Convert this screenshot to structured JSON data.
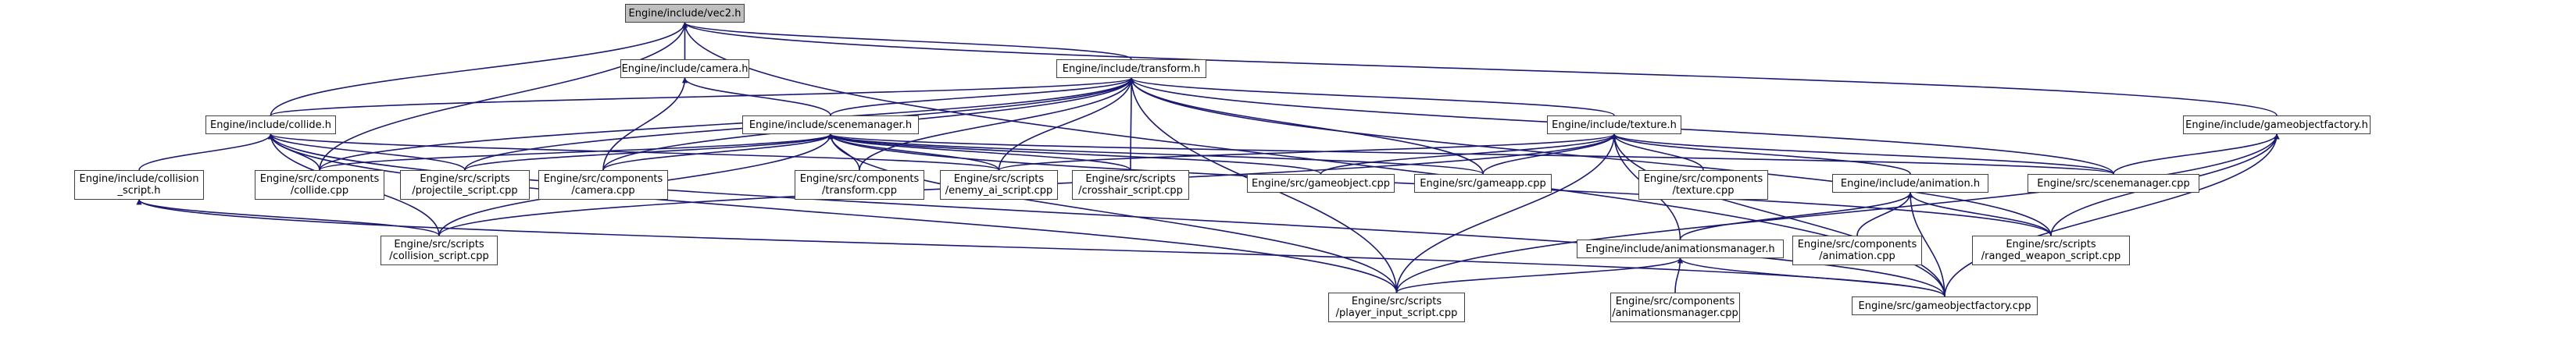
{
  "graph": {
    "root": "vec2",
    "nodes": [
      {
        "id": "vec2",
        "lines": [
          "Engine/include/vec2.h"
        ]
      },
      {
        "id": "camera_h",
        "lines": [
          "Engine/include/camera.h"
        ]
      },
      {
        "id": "transform_h",
        "lines": [
          "Engine/include/transform.h"
        ]
      },
      {
        "id": "collide_h",
        "lines": [
          "Engine/include/collide.h"
        ]
      },
      {
        "id": "scenemanager_h",
        "lines": [
          "Engine/include/scenemanager.h"
        ]
      },
      {
        "id": "texture_h",
        "lines": [
          "Engine/include/texture.h"
        ]
      },
      {
        "id": "gameobjectfactory_h",
        "lines": [
          "Engine/include/gameobjectfactory.h"
        ]
      },
      {
        "id": "collision_script_h",
        "lines": [
          "Engine/include/collision",
          "_script.h"
        ]
      },
      {
        "id": "collide_cpp",
        "lines": [
          "Engine/src/components",
          "/collide.cpp"
        ]
      },
      {
        "id": "projectile_cpp",
        "lines": [
          "Engine/src/scripts",
          "/projectile_script.cpp"
        ]
      },
      {
        "id": "camera_cpp",
        "lines": [
          "Engine/src/components",
          "/camera.cpp"
        ]
      },
      {
        "id": "transform_cpp",
        "lines": [
          "Engine/src/components",
          "/transform.cpp"
        ]
      },
      {
        "id": "enemy_ai_cpp",
        "lines": [
          "Engine/src/scripts",
          "/enemy_ai_script.cpp"
        ]
      },
      {
        "id": "crosshair_cpp",
        "lines": [
          "Engine/src/scripts",
          "/crosshair_script.cpp"
        ]
      },
      {
        "id": "gameobject_cpp",
        "lines": [
          "Engine/src/gameobject.cpp"
        ]
      },
      {
        "id": "gameapp_cpp",
        "lines": [
          "Engine/src/gameapp.cpp"
        ]
      },
      {
        "id": "texture_cpp",
        "lines": [
          "Engine/src/components",
          "/texture.cpp"
        ]
      },
      {
        "id": "animation_h",
        "lines": [
          "Engine/include/animation.h"
        ]
      },
      {
        "id": "scenemanager_cpp",
        "lines": [
          "Engine/src/scenemanager.cpp"
        ]
      },
      {
        "id": "collision_script_cpp",
        "lines": [
          "Engine/src/scripts",
          "/collision_script.cpp"
        ]
      },
      {
        "id": "animationsmanager_h",
        "lines": [
          "Engine/include/animationsmanager.h"
        ]
      },
      {
        "id": "animation_cpp",
        "lines": [
          "Engine/src/components",
          "/animation.cpp"
        ]
      },
      {
        "id": "ranged_weapon_cpp",
        "lines": [
          "Engine/src/scripts",
          "/ranged_weapon_script.cpp"
        ]
      },
      {
        "id": "player_input_cpp",
        "lines": [
          "Engine/src/scripts",
          "/player_input_script.cpp"
        ]
      },
      {
        "id": "animationsmanager_cpp",
        "lines": [
          "Engine/src/components",
          "/animationsmanager.cpp"
        ]
      },
      {
        "id": "gameobjectfactory_cpp",
        "lines": [
          "Engine/src/gameobjectfactory.cpp"
        ]
      }
    ],
    "edges": [
      [
        "camera_h",
        "vec2"
      ],
      [
        "transform_h",
        "vec2"
      ],
      [
        "collide_h",
        "vec2"
      ],
      [
        "collide_cpp",
        "vec2"
      ],
      [
        "gameobjectfactory_h",
        "vec2"
      ],
      [
        "gameobjectfactory_cpp",
        "vec2"
      ],
      [
        "scenemanager_h",
        "camera_h"
      ],
      [
        "camera_cpp",
        "camera_h"
      ],
      [
        "collide_h",
        "transform_h"
      ],
      [
        "scenemanager_h",
        "transform_h"
      ],
      [
        "texture_h",
        "transform_h"
      ],
      [
        "collide_cpp",
        "transform_h"
      ],
      [
        "projectile_cpp",
        "transform_h"
      ],
      [
        "camera_cpp",
        "transform_h"
      ],
      [
        "transform_cpp",
        "transform_h"
      ],
      [
        "enemy_ai_cpp",
        "transform_h"
      ],
      [
        "crosshair_cpp",
        "transform_h"
      ],
      [
        "gameapp_cpp",
        "transform_h"
      ],
      [
        "scenemanager_cpp",
        "transform_h"
      ],
      [
        "ranged_weapon_cpp",
        "transform_h"
      ],
      [
        "player_input_cpp",
        "transform_h"
      ],
      [
        "collision_script_h",
        "collide_h"
      ],
      [
        "collide_cpp",
        "collide_h"
      ],
      [
        "projectile_cpp",
        "collide_h"
      ],
      [
        "collision_script_cpp",
        "collide_h"
      ],
      [
        "enemy_ai_cpp",
        "collide_h"
      ],
      [
        "player_input_cpp",
        "collide_h"
      ],
      [
        "gameobjectfactory_cpp",
        "collide_h"
      ],
      [
        "collide_cpp",
        "scenemanager_h"
      ],
      [
        "projectile_cpp",
        "scenemanager_h"
      ],
      [
        "camera_cpp",
        "scenemanager_h"
      ],
      [
        "transform_cpp",
        "scenemanager_h"
      ],
      [
        "enemy_ai_cpp",
        "scenemanager_h"
      ],
      [
        "crosshair_cpp",
        "scenemanager_h"
      ],
      [
        "gameobject_cpp",
        "scenemanager_h"
      ],
      [
        "gameapp_cpp",
        "scenemanager_h"
      ],
      [
        "scenemanager_cpp",
        "scenemanager_h"
      ],
      [
        "collision_script_cpp",
        "scenemanager_h"
      ],
      [
        "ranged_weapon_cpp",
        "scenemanager_h"
      ],
      [
        "player_input_cpp",
        "scenemanager_h"
      ],
      [
        "gameobject_cpp",
        "texture_h"
      ],
      [
        "gameapp_cpp",
        "texture_h"
      ],
      [
        "texture_cpp",
        "texture_h"
      ],
      [
        "animation_h",
        "texture_h"
      ],
      [
        "scenemanager_cpp",
        "texture_h"
      ],
      [
        "enemy_ai_cpp",
        "texture_h"
      ],
      [
        "animationsmanager_h",
        "texture_h"
      ],
      [
        "gameobjectfactory_cpp",
        "texture_h"
      ],
      [
        "player_input_cpp",
        "texture_h"
      ],
      [
        "collision_script_cpp",
        "texture_h"
      ],
      [
        "scenemanager_cpp",
        "gameobjectfactory_h"
      ],
      [
        "ranged_weapon_cpp",
        "gameobjectfactory_h"
      ],
      [
        "player_input_cpp",
        "gameobjectfactory_h"
      ],
      [
        "gameobjectfactory_cpp",
        "gameobjectfactory_h"
      ],
      [
        "collision_script_cpp",
        "collision_script_h"
      ],
      [
        "gameobjectfactory_cpp",
        "collision_script_h"
      ],
      [
        "animationsmanager_h",
        "animation_h"
      ],
      [
        "animation_cpp",
        "animation_h"
      ],
      [
        "ranged_weapon_cpp",
        "animation_h"
      ],
      [
        "gameobjectfactory_cpp",
        "animation_h"
      ],
      [
        "player_input_cpp",
        "animationsmanager_h"
      ],
      [
        "animationsmanager_cpp",
        "animationsmanager_h"
      ],
      [
        "gameobjectfactory_cpp",
        "animationsmanager_h"
      ]
    ],
    "colors": {
      "edge": "#191970",
      "node_border": "#404040",
      "root_fill": "#bfbfbf",
      "node_fill": "#ffffff"
    }
  }
}
